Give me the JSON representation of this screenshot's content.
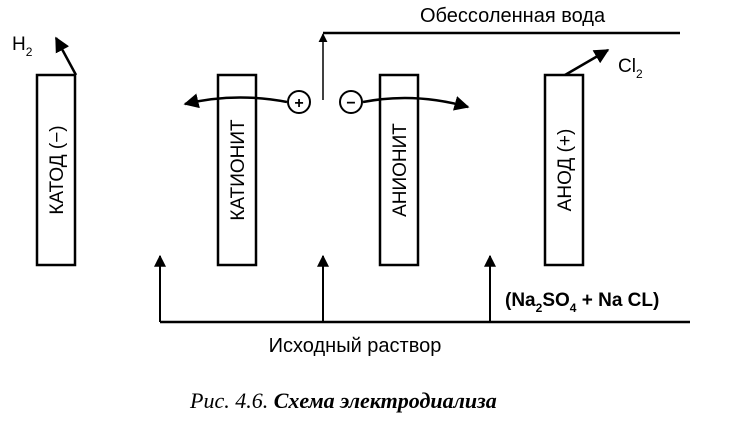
{
  "labels": {
    "desalted_water": "Обессоленная вода",
    "source_solution": "Исходный раствор",
    "h2": "H",
    "h2_sub": "2",
    "cl2": "Cl",
    "cl2_sub": "2",
    "formula": {
      "open": "(Na",
      "sub1": "2",
      "mid": "SO",
      "sub2": "4",
      "rest": " + Na CL)"
    },
    "plus": "+",
    "minus": "−"
  },
  "elements": {
    "cathode": "КАТОД (−)",
    "cationite": "КАТИОНИТ",
    "anionite": "АНИОНИТ",
    "anode": "АНОД (+)"
  },
  "caption": {
    "prefix": "Рис. 4.6. ",
    "title": "Схема электродиализа"
  }
}
